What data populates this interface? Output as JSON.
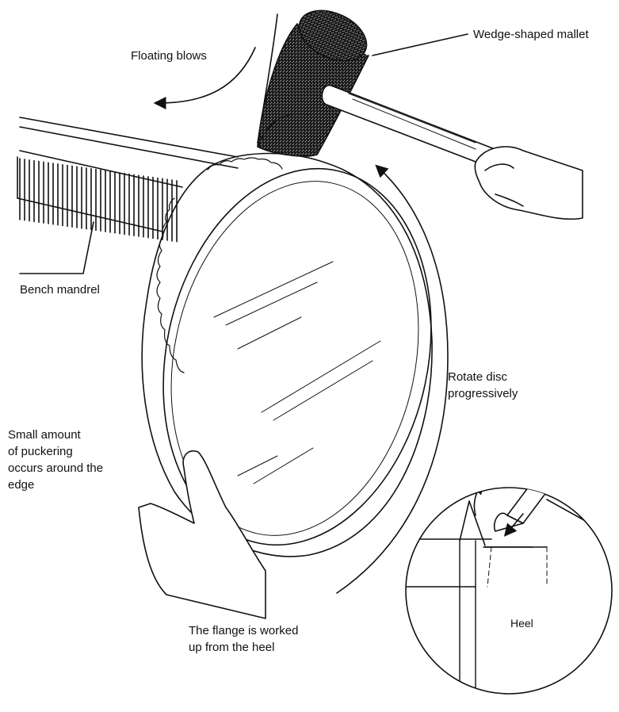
{
  "labels": {
    "floating_blows": "Floating blows",
    "wedge_mallet": "Wedge-shaped mallet",
    "bench_mandrel": "Bench mandrel",
    "rotate_disc": [
      "Rotate disc",
      "progressively"
    ],
    "puckering": [
      "Small amount",
      "of puckering",
      "occurs around the",
      "edge"
    ],
    "flange": [
      "The flange is worked",
      "up from the heel"
    ],
    "heel": "Heel"
  },
  "colors": {
    "ink": "#111111",
    "paper": "#ffffff",
    "stipple": "#d8d8d8"
  }
}
